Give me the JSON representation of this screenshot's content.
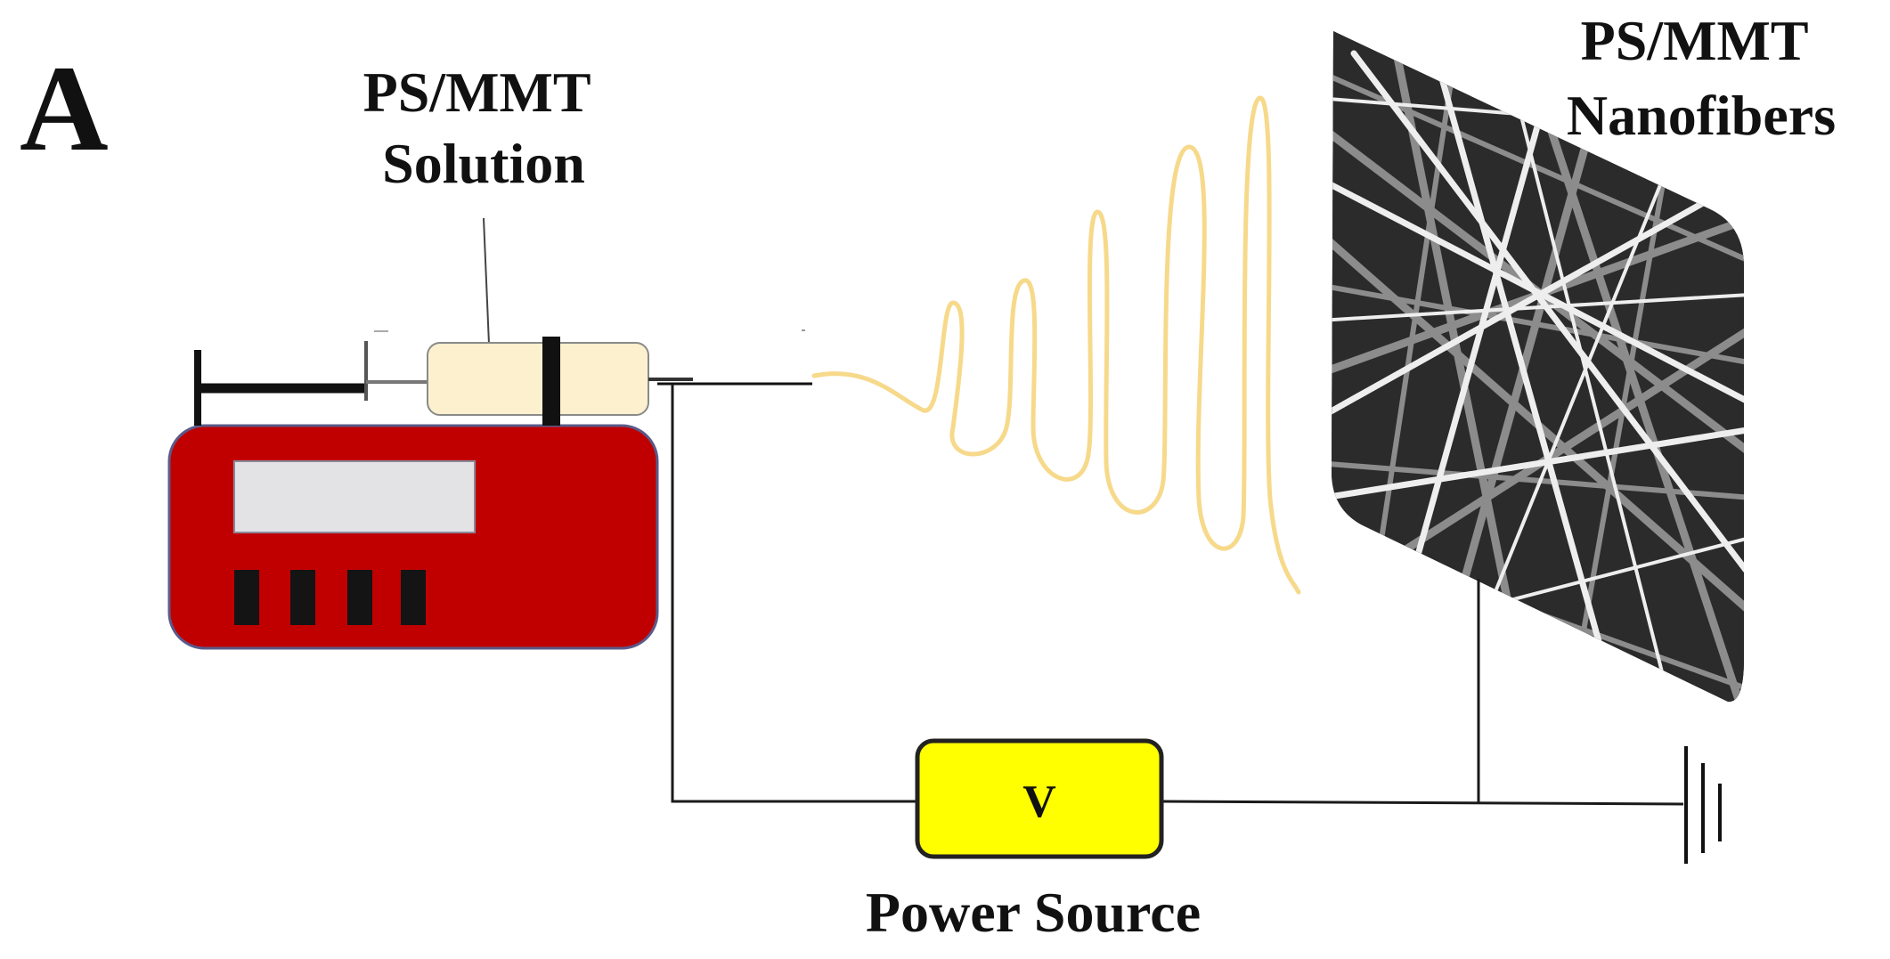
{
  "panel_label": "A",
  "solution_label": {
    "line1": "PS/MMT",
    "line2": "Solution"
  },
  "nanofibers_label": {
    "line1": "PS/MMT",
    "line2": "Nanofibers"
  },
  "power_source": {
    "symbol": "V",
    "label": "Power Source"
  },
  "colors": {
    "pump_body": "#c00000",
    "pump_display": "#e3e3e6",
    "pump_buttons": "#141414",
    "syringe_barrel": "#fdf0cf",
    "jet": "#f6d98a",
    "power_box": "#ffff00",
    "wires": "#1a1a1a"
  }
}
